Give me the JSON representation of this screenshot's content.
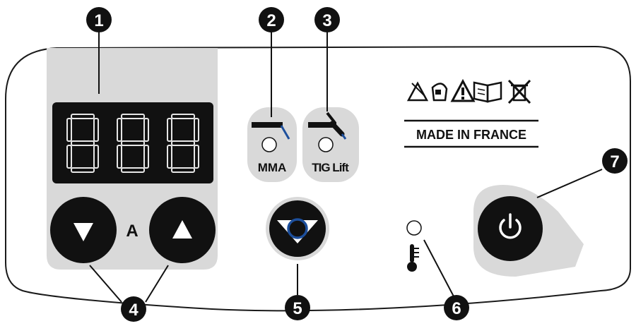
{
  "callouts": [
    "1",
    "2",
    "3",
    "4",
    "5",
    "6",
    "7"
  ],
  "display": {
    "digits": "888",
    "segment_color": "#e6e6e6"
  },
  "current_control": {
    "unit_label": "A",
    "down_icon": "triangle-down-icon",
    "up_icon": "triangle-up-icon"
  },
  "modes": {
    "mma_label": "MMA",
    "tig_label": "TIG Lift",
    "mma_icon": "electrode-holder-icon",
    "tig_icon": "tig-torch-icon"
  },
  "mode_selector": {
    "icon": "mode-select-button-icon"
  },
  "thermal": {
    "icon": "thermometer-icon"
  },
  "power": {
    "icon": "power-icon"
  },
  "warnings": {
    "icons": [
      "arc-rays-warning-icon",
      "welding-mask-icon",
      "warning-triangle-icon",
      "read-manual-icon",
      "no-household-disposal-icon"
    ],
    "made_in": "MADE IN FRANCE"
  },
  "colors": {
    "panel_gray": "#d9d9d9",
    "display_bg": "#111111",
    "button_dark": "#1a1a1a",
    "accent_blue": "#1d4f9c"
  }
}
